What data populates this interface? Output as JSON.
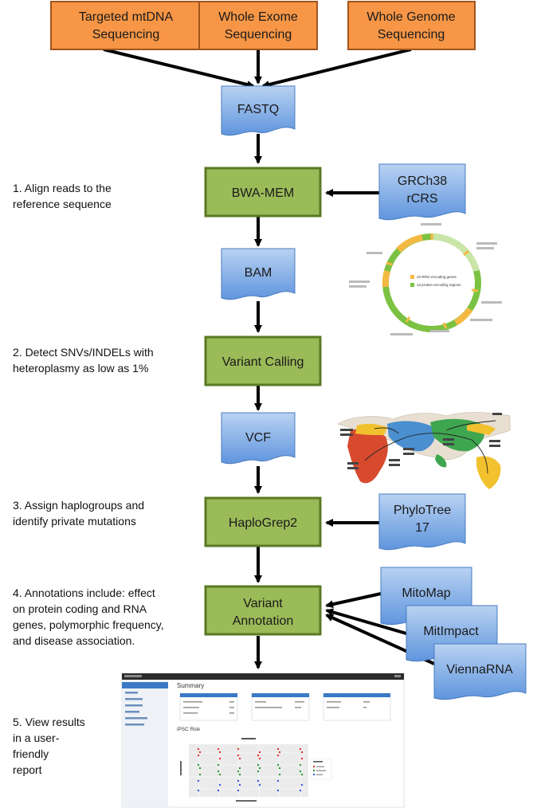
{
  "sources": {
    "targeted": "Targeted mtDNA\nSequencing",
    "exome": "Whole Exome\nSequencing",
    "genome": "Whole Genome\nSequencing"
  },
  "files": {
    "fastq": "FASTQ",
    "bam": "BAM",
    "vcf": "VCF"
  },
  "processes": {
    "bwa": "BWA-MEM",
    "calling": "Variant Calling",
    "haplogrep": "HaploGrep2",
    "annotation": "Variant\nAnnotation"
  },
  "references": {
    "grch38": "GRCh38\nrCRS",
    "phylotree": "PhyloTree\n17",
    "mitomap": "MitoMap",
    "mitimpact": "MitImpact",
    "viennarna": "ViennaRNA"
  },
  "steps": {
    "s1": "1. Align reads to the\nreference sequence",
    "s2": "2. Detect SNVs/INDELs with\nheteroplasmy as low as 1%",
    "s3": "3. Assign haplogroups and\nidentify private mutations",
    "s4": "4. Annotations include: effect\non protein coding and RNA\ngenes, polymorphic frequency,\nand disease association.",
    "s5": "5. View results\nin a user-\nfriendly\nreport"
  },
  "mito_legend": {
    "rna": "22 tRNA encoding genes",
    "protein": "13 protein encoding regions"
  },
  "report": {
    "summary_title": "Summary",
    "chart_title": "iPSC Risk"
  },
  "colors": {
    "orange": "#f79646",
    "orange_border": "#b35a14",
    "blue": "#8db3e2",
    "blue_dark": "#5b8fd6",
    "green": "#9bbb59",
    "green_border": "#5a7a23",
    "arrow": "#000000"
  }
}
